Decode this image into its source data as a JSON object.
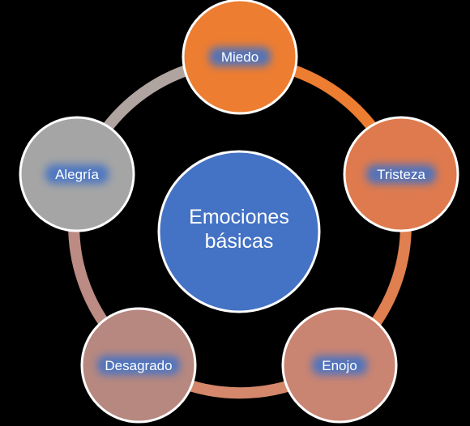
{
  "diagram": {
    "center": {
      "line1": "Emociones",
      "line2": "básicas",
      "color": "#4472C4"
    },
    "nodes": [
      {
        "label": "Miedo",
        "color": "#ED7D31"
      },
      {
        "label": "Tristeza",
        "color": "#DE7A4E"
      },
      {
        "label": "Enojo",
        "color": "#C98472"
      },
      {
        "label": "Desagrado",
        "color": "#B7887F"
      },
      {
        "label": "Alegría",
        "color": "#A5A5A5"
      }
    ],
    "ring_colors": [
      "#ED7D31",
      "#E07F4F",
      "#D4876B",
      "#BC8B83",
      "#B0A4A0"
    ],
    "label_glow_color": "#4472C4",
    "border_color": "#FFFFFF"
  }
}
